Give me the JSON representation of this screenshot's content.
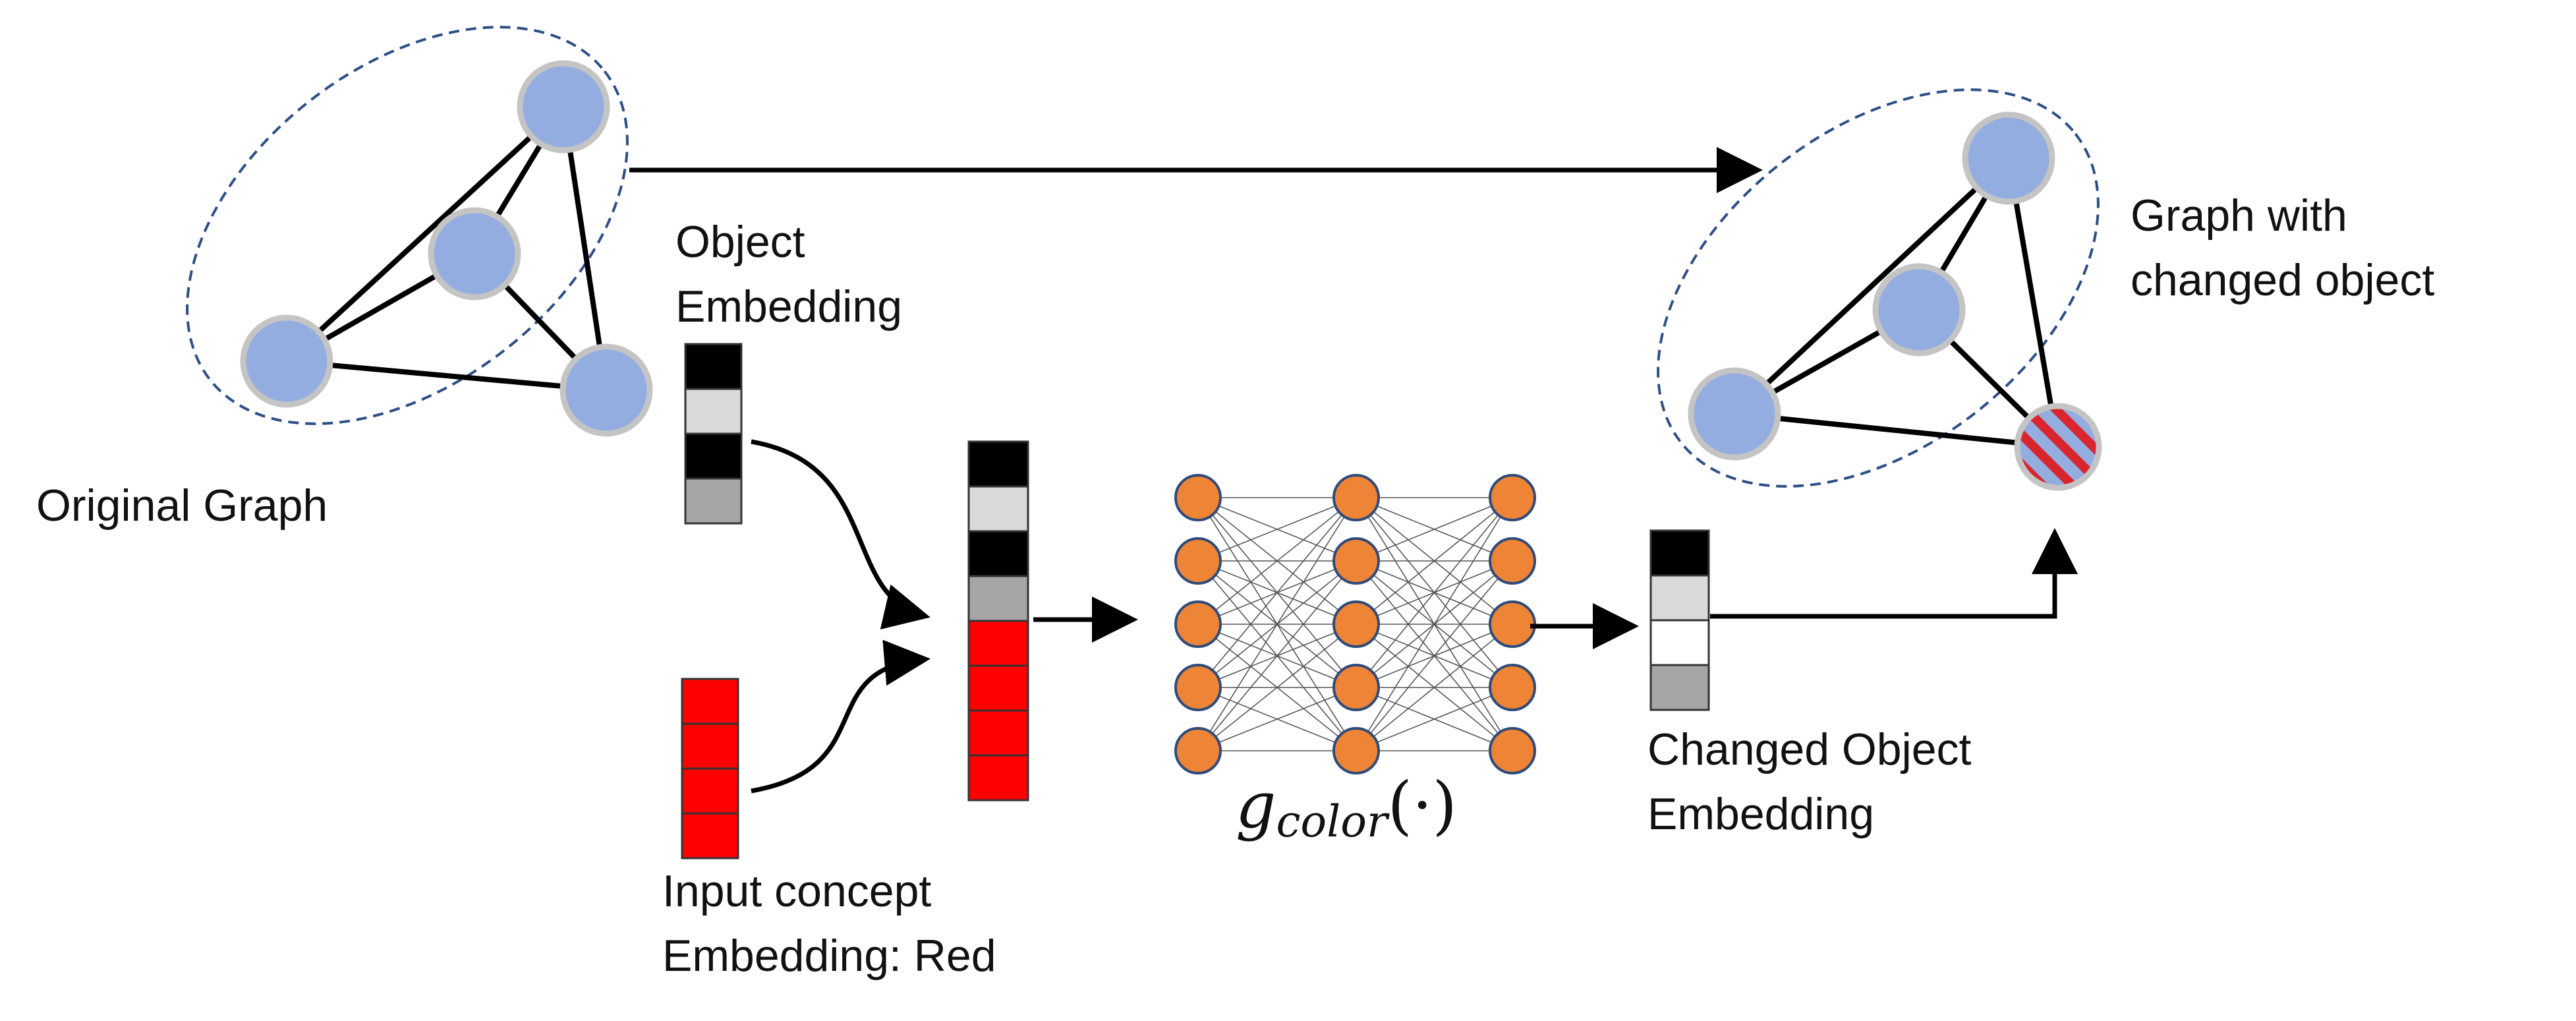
{
  "labels": {
    "original_graph": "Original Graph",
    "object_embedding_line1": "Object",
    "object_embedding_line2": "Embedding",
    "input_concept_line1": "Input concept",
    "input_concept_line2": "Embedding: Red",
    "changed_embedding_line1": "Changed Object",
    "changed_embedding_line2": "Embedding",
    "graph_changed_line1": "Graph with",
    "graph_changed_line2": "changed object",
    "network_fn_main": "g",
    "network_fn_sub": "color",
    "network_fn_arg": "(·)"
  },
  "colors": {
    "node_fill": "#93ade0",
    "node_stroke": "#c4c4c4",
    "edge": "#000000",
    "ellipse_dash": "#2e4f86",
    "neuron_fill": "#ee8435",
    "neuron_stroke": "#2f4b7a",
    "red_cell": "#ff0000",
    "changed_node_stripe": "#d9262e"
  },
  "embeddings": {
    "object_embedding": [
      "#000000",
      "#d9d9d9",
      "#000000",
      "#a6a6a6"
    ],
    "input_concept": [
      "#ff0000",
      "#ff0000",
      "#ff0000",
      "#ff0000"
    ],
    "concatenated": [
      "#000000",
      "#d9d9d9",
      "#000000",
      "#a6a6a6",
      "#ff0000",
      "#ff0000",
      "#ff0000",
      "#ff0000"
    ],
    "changed_object": [
      "#000000",
      "#d9d9d9",
      "#ffffff",
      "#a6a6a6"
    ]
  },
  "network": {
    "layers": [
      5,
      5,
      5
    ]
  }
}
